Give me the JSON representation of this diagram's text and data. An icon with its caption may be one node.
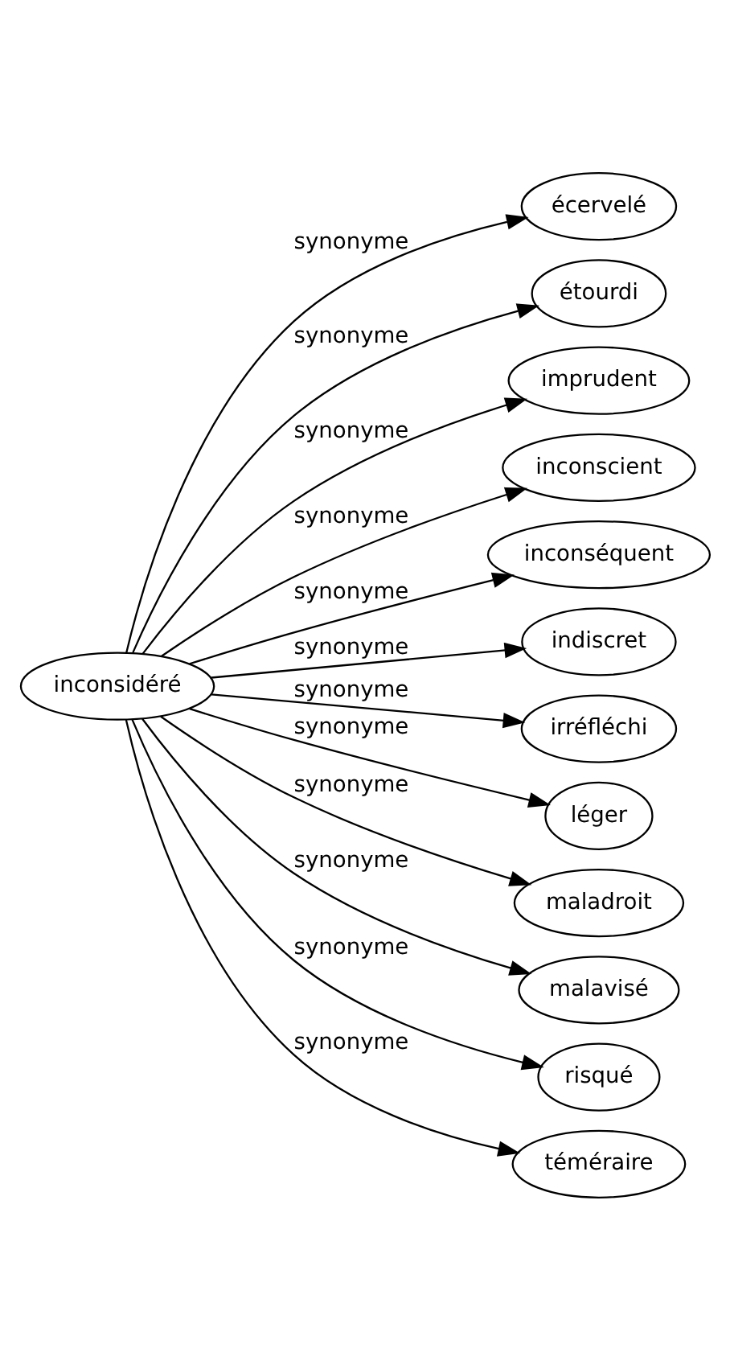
{
  "diagram": {
    "nodes": [
      {
        "text": [
          "inconsidéré"
        ]
      },
      {
        "text": [
          "écervelé"
        ]
      },
      {
        "text": [
          "étourdi"
        ]
      },
      {
        "text": [
          "imprudent"
        ]
      },
      {
        "text": [
          "inconscient"
        ]
      },
      {
        "text": [
          "inconséquent"
        ]
      },
      {
        "text": [
          "indiscret"
        ]
      },
      {
        "text": [
          "irréfléchi"
        ]
      },
      {
        "text": [
          "léger"
        ]
      },
      {
        "text": [
          "maladroit"
        ]
      },
      {
        "text": [
          "malavisé"
        ]
      },
      {
        "text": [
          "risqué"
        ]
      },
      {
        "text": [
          "téméraire"
        ]
      }
    ],
    "edges": [
      {
        "from": 0,
        "to": 1,
        "arrow": "to",
        "label": "synonyme"
      },
      {
        "from": 0,
        "to": 2,
        "arrow": "to",
        "label": "synonyme"
      },
      {
        "from": 0,
        "to": 3,
        "arrow": "to",
        "label": "synonyme"
      },
      {
        "from": 0,
        "to": 4,
        "arrow": "to",
        "label": "synonyme"
      },
      {
        "from": 0,
        "to": 5,
        "arrow": "to",
        "label": "synonyme"
      },
      {
        "from": 0,
        "to": 6,
        "arrow": "to",
        "label": "synonyme"
      },
      {
        "from": 0,
        "to": 7,
        "arrow": "to",
        "label": "synonyme"
      },
      {
        "from": 0,
        "to": 8,
        "arrow": "to",
        "label": "synonyme"
      },
      {
        "from": 0,
        "to": 9,
        "arrow": "to",
        "label": "synonyme"
      },
      {
        "from": 0,
        "to": 10,
        "arrow": "to",
        "label": "synonyme"
      },
      {
        "from": 0,
        "to": 11,
        "arrow": "to",
        "label": "synonyme"
      },
      {
        "from": 0,
        "to": 12,
        "arrow": "to",
        "label": "synonyme"
      }
    ]
  }
}
